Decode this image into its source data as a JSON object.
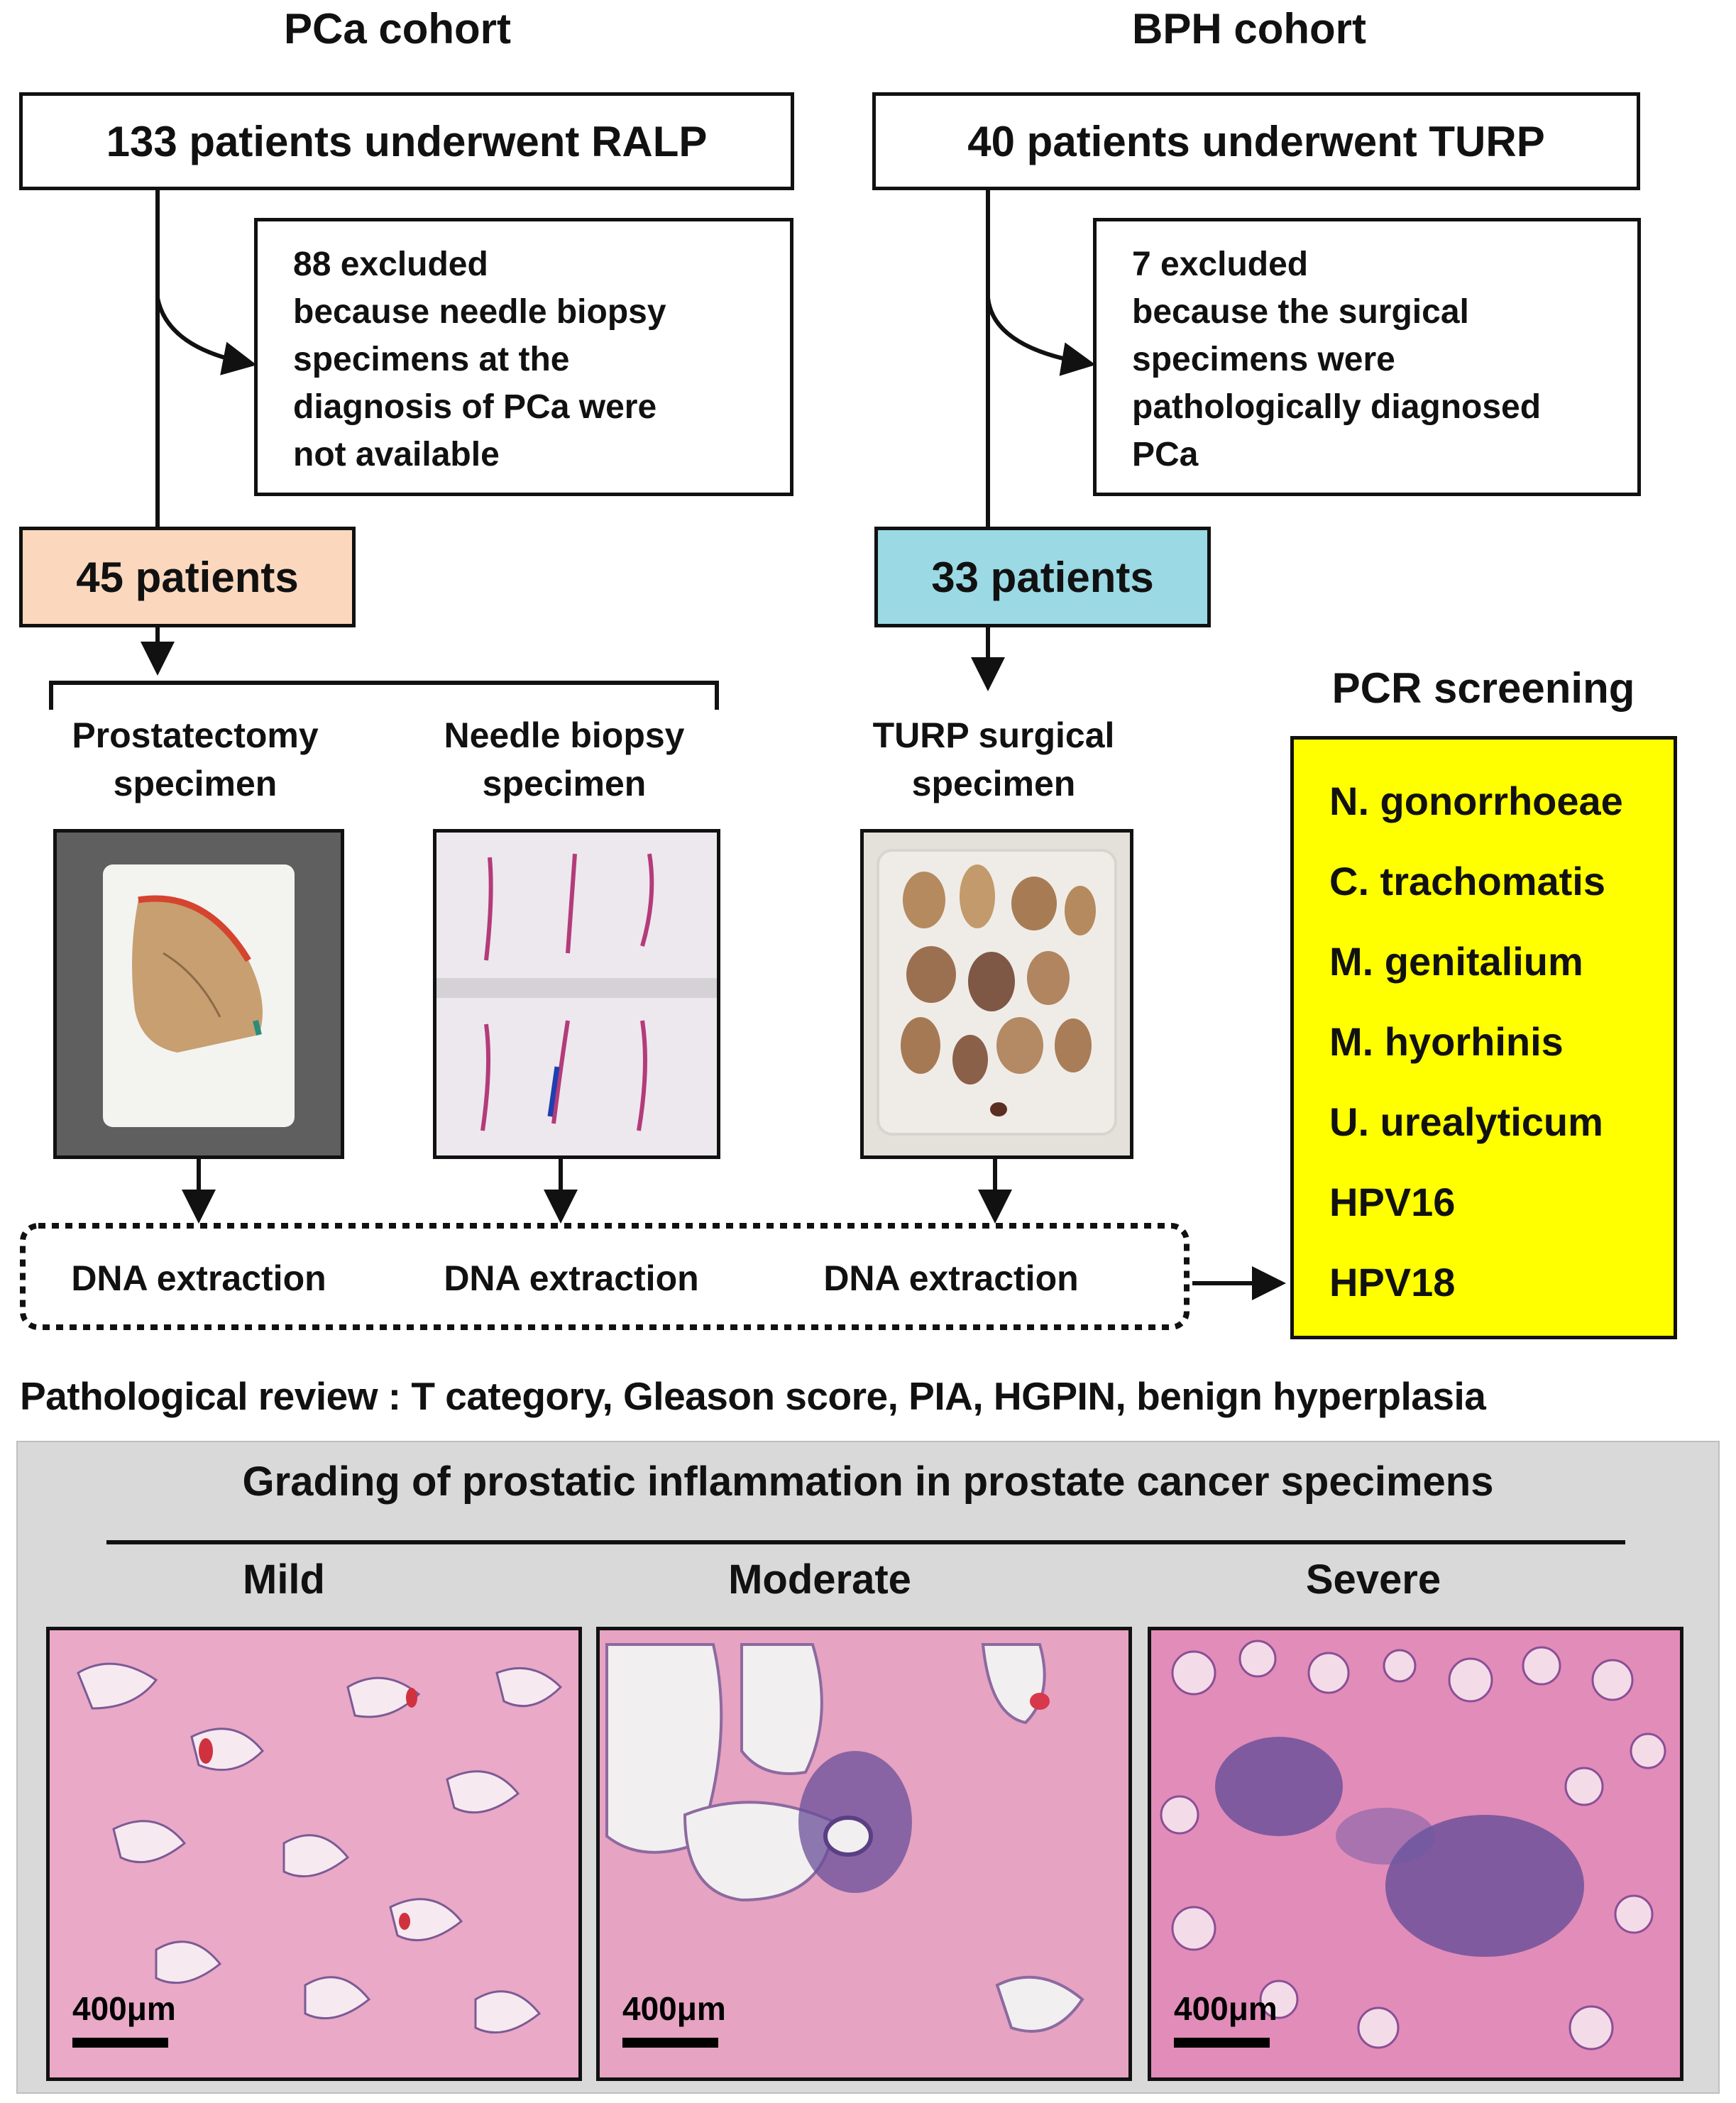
{
  "pca": {
    "title": "PCa cohort",
    "start": "133 patients underwent RALP",
    "excluded_lines": [
      "88 excluded",
      "because  needle  biopsy",
      "specimens  at the",
      "diagnosis  of PCa were",
      "not available"
    ],
    "result": "45 patients",
    "result_color": "#fbd8bd",
    "specimen1": [
      "Prostatectomy",
      "specimen"
    ],
    "specimen2": [
      "Needle  biopsy",
      "specimen"
    ]
  },
  "bph": {
    "title": "BPH cohort",
    "start": "40 patients underwent TURP",
    "excluded_lines": [
      "7 excluded",
      "because  the surgical",
      "specimens  were",
      "pathologically  diagnosed",
      "PCa"
    ],
    "result": "33 patients",
    "result_color": "#9bd9e4",
    "specimen": [
      "TURP surgical",
      "specimen"
    ]
  },
  "dna": [
    "DNA  extraction",
    "DNA  extraction",
    "DNA  extraction"
  ],
  "pcr": {
    "title": "PCR screening",
    "color": "#ffff00",
    "items": [
      "N.  gonorrhoeae",
      "C.  trachomatis",
      "M.  genitalium",
      "M.  hyorhinis",
      "U.  urealyticum",
      "HPV16",
      "HPV18"
    ]
  },
  "review": "Pathological review :  T category, Gleason score, PIA, HGPIN,  benign hyperplasia",
  "grading": {
    "title": "Grading  of  prostatic  inflammation  in  prostate  cancer  specimens",
    "panel_bg": "#d9d9d9",
    "labels": [
      "Mild",
      "Moderate",
      "Severe"
    ],
    "scale": "400μm"
  }
}
